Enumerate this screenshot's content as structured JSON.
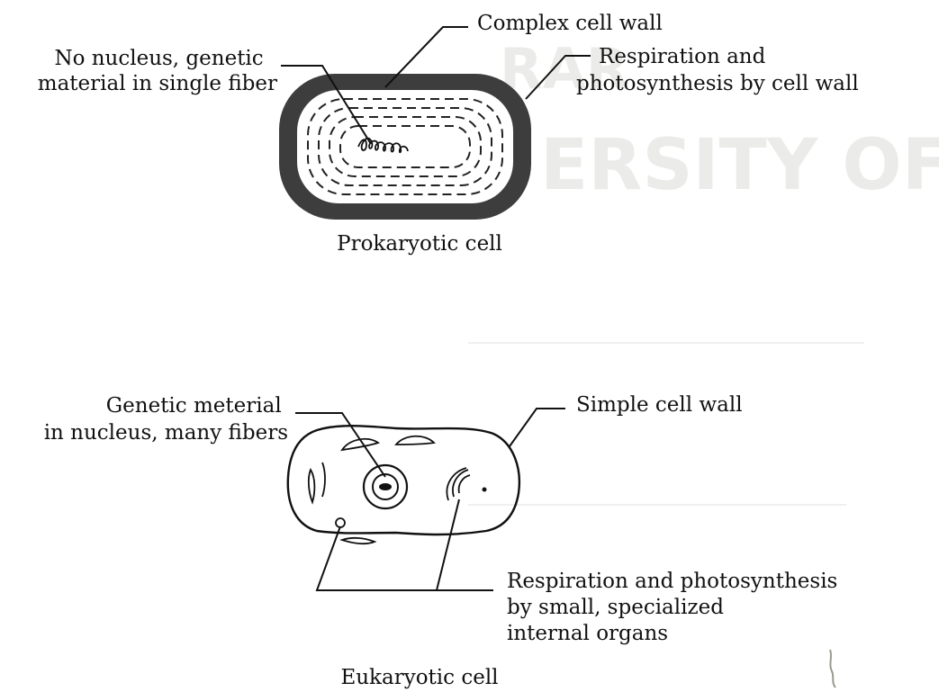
{
  "prokaryote": {
    "caption": "Prokaryotic cell",
    "labels": {
      "nucleus_line1": "No nucleus, genetic",
      "nucleus_line2": "material in single fiber",
      "wall": "Complex cell wall",
      "respiration_line1": "Respiration and",
      "respiration_line2": "photosynthesis by cell wall"
    }
  },
  "eukaryote": {
    "caption": "Eukaryotic cell",
    "labels": {
      "genetic_line1": "Genetic meterial",
      "genetic_line2": "in nucleus, many fibers",
      "wall": "Simple cell wall",
      "organs_line1": "Respiration and photosynthesis",
      "organs_line2": "by small, specialized",
      "organs_line3": "internal organs"
    }
  },
  "colors": {
    "ink": "#111111",
    "cell_wall": "#3d3d3d",
    "background": "#ffffff",
    "bleed_through": "#e8e8e6"
  }
}
